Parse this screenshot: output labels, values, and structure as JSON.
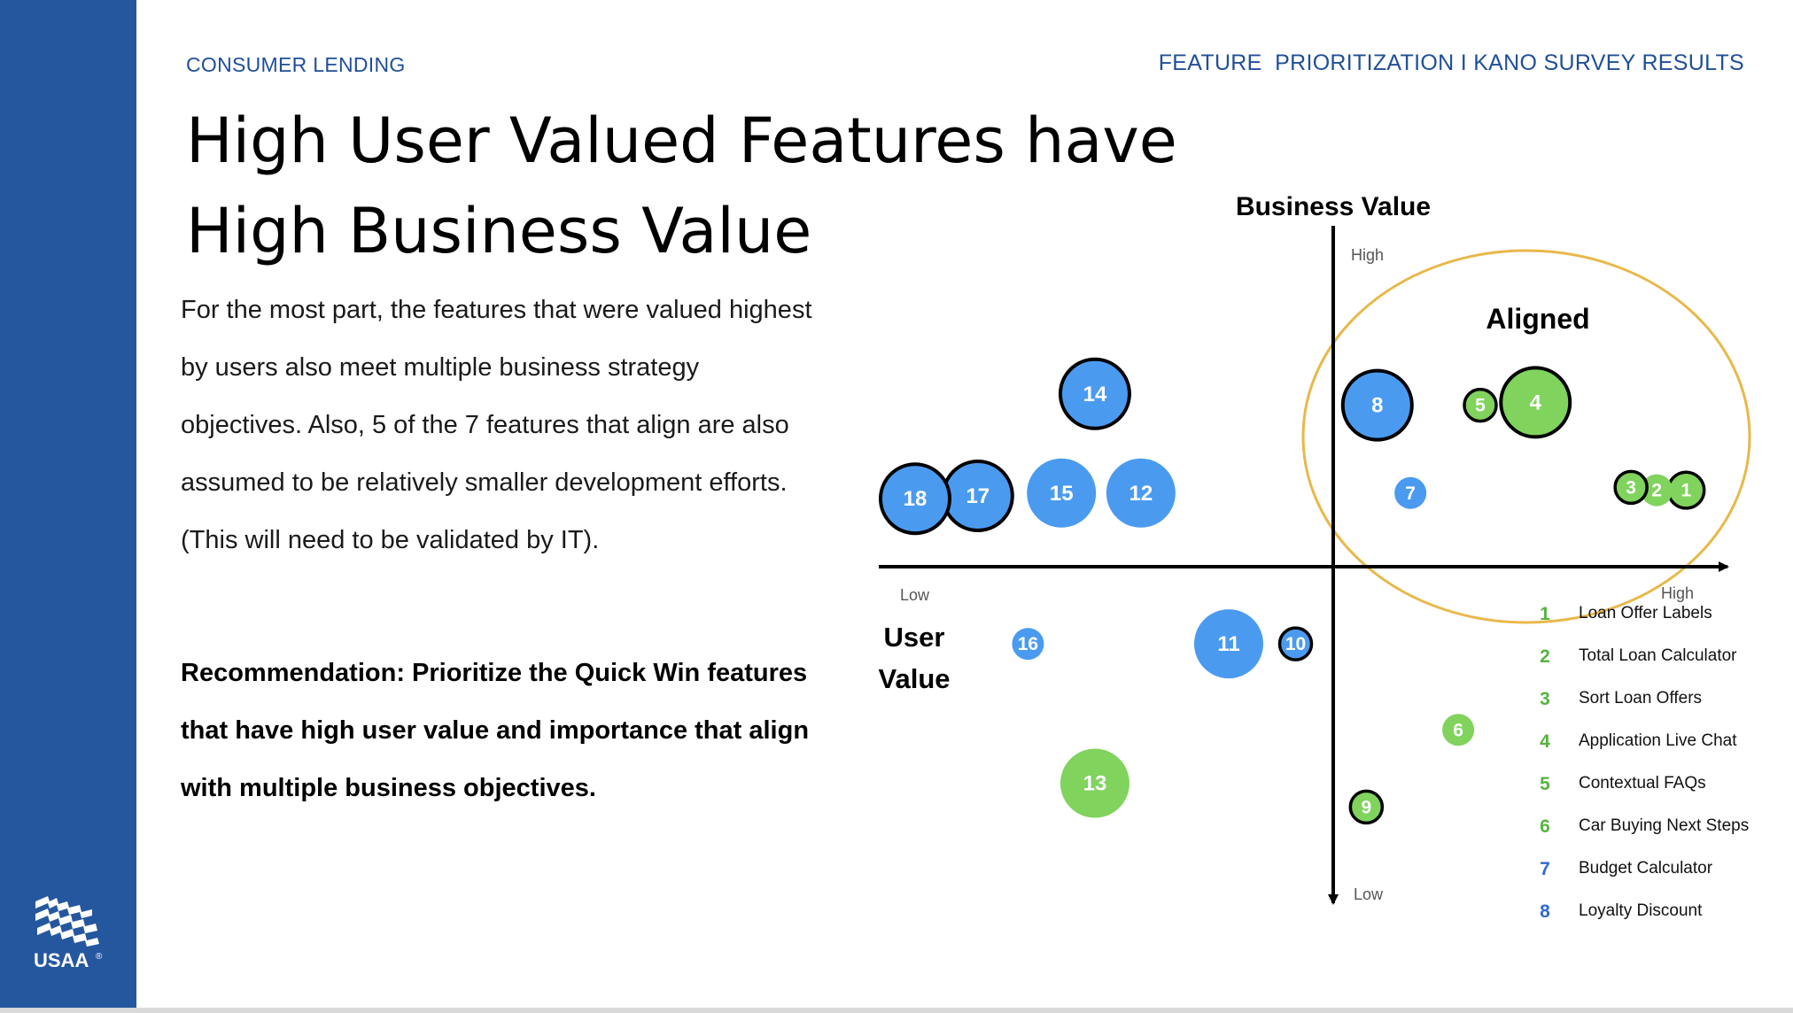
{
  "header": {
    "section": "CONSUMER LENDING",
    "right": "FEATURE  PRIORITIZATION I KANO SURVEY RESULTS"
  },
  "title": "High User Valued Features have High Business Value",
  "body": "For the most part, the features that were valued highest by users also meet multiple business strategy objectives. Also, 5 of the 7 features that align are also assumed to be relatively smaller development efforts. (This will need to be validated by IT).",
  "recommendation": "Recommendation: Prioritize the Quick Win features that have high user value and importance that align with multiple business objectives.",
  "logo": {
    "text": "USAA",
    "mark": "®"
  },
  "colors": {
    "sidebar": "#25579f",
    "blue": "#4a9bf0",
    "green": "#80d35d",
    "legend_green": "#56b43e",
    "legend_blue": "#2f6ad0",
    "circle": "#e8b84a"
  },
  "chart_data": {
    "type": "scatter",
    "xlabel": "User Value",
    "ylabel": "Business Value",
    "x_ticks": {
      "low": "Low",
      "high": "High"
    },
    "y_ticks": {
      "low": "Low",
      "high": "High"
    },
    "annotation": "Aligned",
    "points": [
      {
        "id": "1",
        "user_value": 0.96,
        "business_value": 0.27,
        "size": 0.6,
        "color": "green",
        "outlined": true
      },
      {
        "id": "2",
        "user_value": 0.88,
        "business_value": 0.27,
        "size": 0.55,
        "color": "green",
        "outlined": false
      },
      {
        "id": "3",
        "user_value": 0.81,
        "business_value": 0.28,
        "size": 0.55,
        "color": "green",
        "outlined": true
      },
      {
        "id": "4",
        "user_value": 0.55,
        "business_value": 0.58,
        "size": 1.0,
        "color": "green",
        "outlined": true
      },
      {
        "id": "5",
        "user_value": 0.4,
        "business_value": 0.57,
        "size": 0.55,
        "color": "green",
        "outlined": true
      },
      {
        "id": "6",
        "user_value": 0.34,
        "business_value": -0.55,
        "size": 0.55,
        "color": "green",
        "outlined": false
      },
      {
        "id": "7",
        "user_value": 0.21,
        "business_value": 0.26,
        "size": 0.55,
        "color": "blue",
        "outlined": false
      },
      {
        "id": "8",
        "user_value": 0.12,
        "business_value": 0.57,
        "size": 1.0,
        "color": "blue",
        "outlined": true
      },
      {
        "id": "9",
        "user_value": 0.09,
        "business_value": -0.81,
        "size": 0.55,
        "color": "green",
        "outlined": true
      },
      {
        "id": "10",
        "user_value": -0.09,
        "business_value": -0.26,
        "size": 0.55,
        "color": "blue",
        "outlined": true
      },
      {
        "id": "11",
        "user_value": -0.25,
        "business_value": -0.26,
        "size": 1.0,
        "color": "blue",
        "outlined": false
      },
      {
        "id": "12",
        "user_value": -0.46,
        "business_value": 0.26,
        "size": 1.0,
        "color": "blue",
        "outlined": false
      },
      {
        "id": "13",
        "user_value": -0.57,
        "business_value": -0.73,
        "size": 1.0,
        "color": "green",
        "outlined": false
      },
      {
        "id": "14",
        "user_value": -0.57,
        "business_value": 0.61,
        "size": 1.0,
        "color": "blue",
        "outlined": true
      },
      {
        "id": "15",
        "user_value": -0.65,
        "business_value": 0.26,
        "size": 1.0,
        "color": "blue",
        "outlined": false
      },
      {
        "id": "16",
        "user_value": -0.73,
        "business_value": -0.26,
        "size": 0.55,
        "color": "blue",
        "outlined": false
      },
      {
        "id": "17",
        "user_value": -0.85,
        "business_value": 0.25,
        "size": 1.0,
        "color": "blue",
        "outlined": true
      },
      {
        "id": "18",
        "user_value": -1.0,
        "business_value": 0.24,
        "size": 1.0,
        "color": "blue",
        "outlined": true
      }
    ],
    "legend": [
      {
        "num": "1",
        "label": "Loan Offer Labels",
        "color": "green"
      },
      {
        "num": "2",
        "label": "Total Loan Calculator",
        "color": "green"
      },
      {
        "num": "3",
        "label": "Sort Loan Offers",
        "color": "green"
      },
      {
        "num": "4",
        "label": "Application Live Chat",
        "color": "green"
      },
      {
        "num": "5",
        "label": "Contextual FAQs",
        "color": "green"
      },
      {
        "num": "6",
        "label": "Car Buying Next Steps",
        "color": "green"
      },
      {
        "num": "7",
        "label": "Budget Calculator",
        "color": "blue"
      },
      {
        "num": "8",
        "label": "Loyalty Discount",
        "color": "blue"
      }
    ]
  }
}
